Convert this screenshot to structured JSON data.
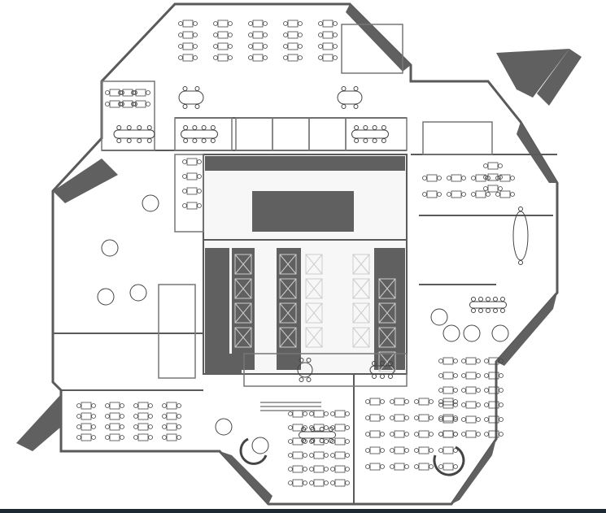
{
  "colors": {
    "background": "#ffffff",
    "wall": "#5a5a5a",
    "shaft": "#606060",
    "corridor_fill": "#f7f7f7",
    "furniture": "#444444",
    "bottom_bar": "#1d2a33"
  },
  "icons": [
    "floor-plan",
    "desk-cluster",
    "meeting-table",
    "elevator-shaft",
    "stairwell"
  ]
}
